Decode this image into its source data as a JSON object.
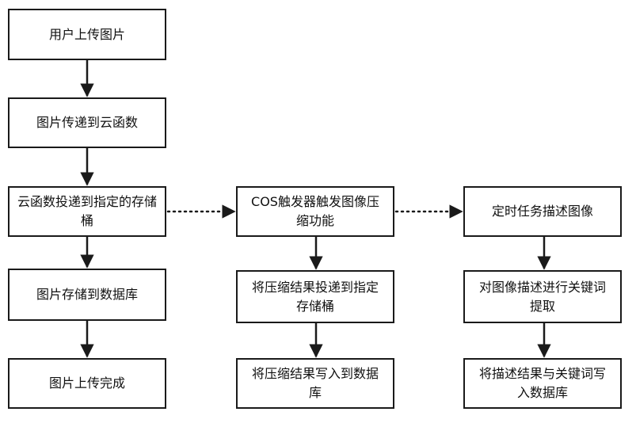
{
  "diagram": {
    "nodes": {
      "upload_image": {
        "label": "用户上传图片"
      },
      "pass_to_function": {
        "label": "图片传递到云函数"
      },
      "function_to_bucket": {
        "label": "云函数投递到指定的存储桶"
      },
      "store_to_db": {
        "label": "图片存储到数据库"
      },
      "upload_done": {
        "label": "图片上传完成"
      },
      "cos_trigger": {
        "label": "COS触发器触发图像压缩功能"
      },
      "compress_to_bucket": {
        "label": "将压缩结果投递到指定存储桶"
      },
      "compress_to_db": {
        "label": "将压缩结果写入到数据库"
      },
      "timed_task": {
        "label": "定时任务描述图像"
      },
      "keyword_extract": {
        "label": "对图像描述进行关键词提取"
      },
      "desc_to_db": {
        "label": "将描述结果与关键词写入数据库"
      }
    },
    "edges": [
      {
        "from": "upload_image",
        "to": "pass_to_function",
        "style": "solid"
      },
      {
        "from": "pass_to_function",
        "to": "function_to_bucket",
        "style": "solid"
      },
      {
        "from": "function_to_bucket",
        "to": "store_to_db",
        "style": "solid"
      },
      {
        "from": "store_to_db",
        "to": "upload_done",
        "style": "solid"
      },
      {
        "from": "function_to_bucket",
        "to": "cos_trigger",
        "style": "dotted"
      },
      {
        "from": "cos_trigger",
        "to": "compress_to_bucket",
        "style": "solid"
      },
      {
        "from": "compress_to_bucket",
        "to": "compress_to_db",
        "style": "solid"
      },
      {
        "from": "cos_trigger",
        "to": "timed_task",
        "style": "dotted"
      },
      {
        "from": "timed_task",
        "to": "keyword_extract",
        "style": "solid"
      },
      {
        "from": "keyword_extract",
        "to": "desc_to_db",
        "style": "solid"
      }
    ],
    "colors": {
      "stroke": "#1a1a1a",
      "text": "#111111",
      "background": "#ffffff"
    }
  }
}
